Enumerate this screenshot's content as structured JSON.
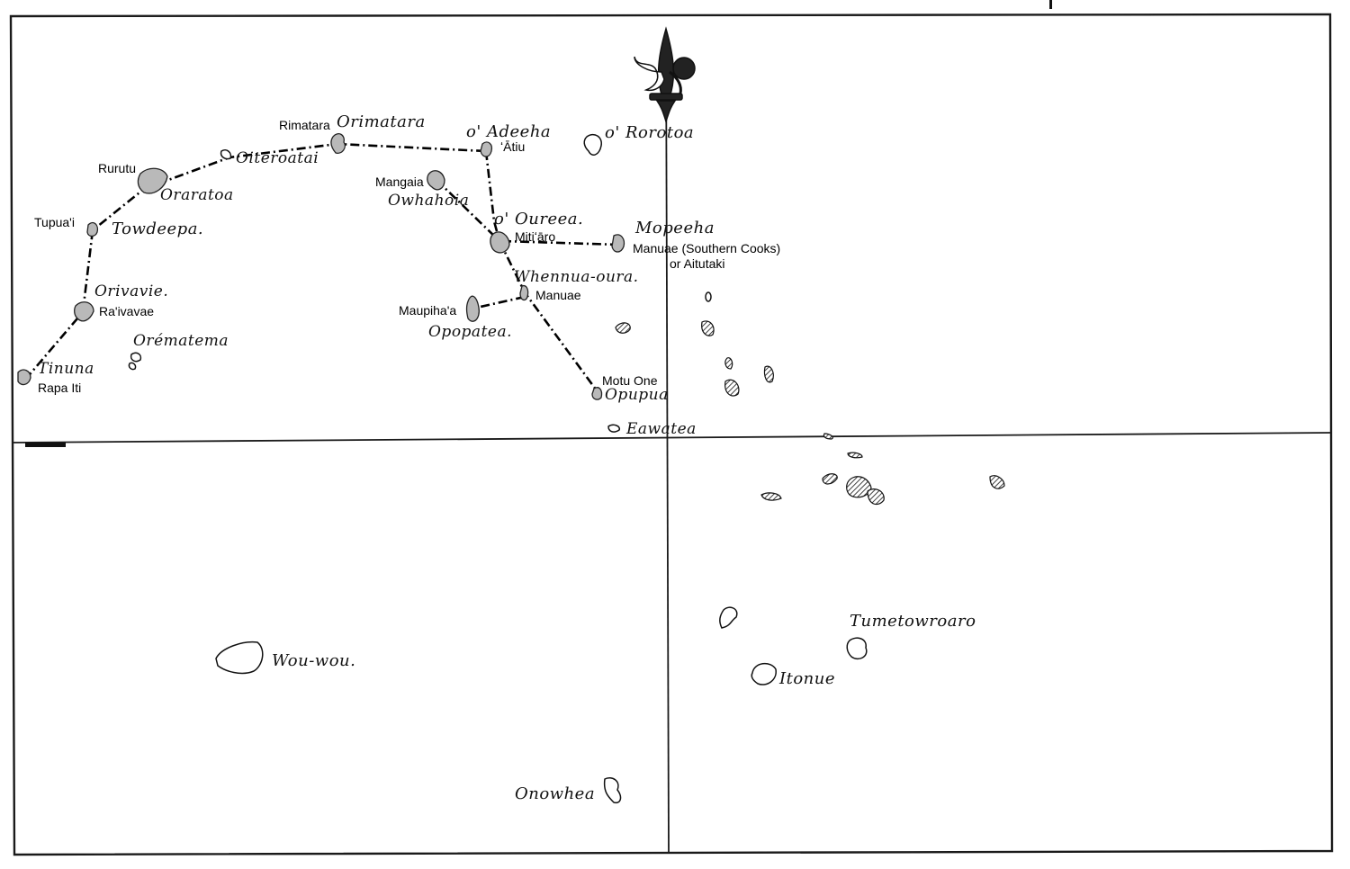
{
  "map": {
    "compass": {
      "symbol": "fleur-de-lis",
      "icon": "fleur-de-lis-icon"
    },
    "tupaia_labels": [
      {
        "id": "orimatara",
        "text": "Orimatara"
      },
      {
        "id": "oadeeha",
        "text": "o' Adeeha"
      },
      {
        "id": "ororotoa",
        "text": "o' Rorotoa"
      },
      {
        "id": "oitereatai",
        "text": "Oiteroatai"
      },
      {
        "id": "oraratoa",
        "text": "Oraratoa"
      },
      {
        "id": "owhahoia",
        "text": "Owhahoia"
      },
      {
        "id": "toweepa",
        "text": "Towdeepa."
      },
      {
        "id": "oureea",
        "text": "o' Oureea."
      },
      {
        "id": "mopeeha",
        "text": "Mopeeha"
      },
      {
        "id": "orivavie",
        "text": "Orivavie."
      },
      {
        "id": "whennuaoura",
        "text": "Whennua-oura."
      },
      {
        "id": "orematema",
        "text": "Orématema"
      },
      {
        "id": "opopatea",
        "text": "Opopatea."
      },
      {
        "id": "tinuna",
        "text": "Tinuna"
      },
      {
        "id": "opupua",
        "text": "Opupua"
      },
      {
        "id": "eawatea",
        "text": "Eawatea"
      },
      {
        "id": "tumetowroaro",
        "text": "Tumetowroaro"
      },
      {
        "id": "wouwou",
        "text": "Wou-wou."
      },
      {
        "id": "itonue",
        "text": "Itonue"
      },
      {
        "id": "onowhea",
        "text": "Onowhea"
      }
    ],
    "modern_labels": [
      {
        "id": "rimatara",
        "text": "Rimatara"
      },
      {
        "id": "atiu",
        "text": "ʻĀtiu"
      },
      {
        "id": "rurutu",
        "text": "Rurutu"
      },
      {
        "id": "mangaia",
        "text": "Mangaia"
      },
      {
        "id": "tupuai",
        "text": "Tupua'i"
      },
      {
        "id": "mitiaro",
        "text": "Mitiʻāro"
      },
      {
        "id": "manuae_sc_1",
        "text": "Manuae (Southern Cooks)"
      },
      {
        "id": "manuae_sc_2",
        "text": "or Aitutaki"
      },
      {
        "id": "raivavae",
        "text": "Ra'ivavae"
      },
      {
        "id": "manuae",
        "text": "Manuae"
      },
      {
        "id": "maupihaa",
        "text": "Maupiha'a"
      },
      {
        "id": "motuone",
        "text": "Motu One"
      },
      {
        "id": "rapaiti",
        "text": "Rapa Iti"
      }
    ],
    "colors": {
      "ink": "#111111",
      "island_fill": "#b9b9b9",
      "paper": "#ffffff"
    }
  }
}
